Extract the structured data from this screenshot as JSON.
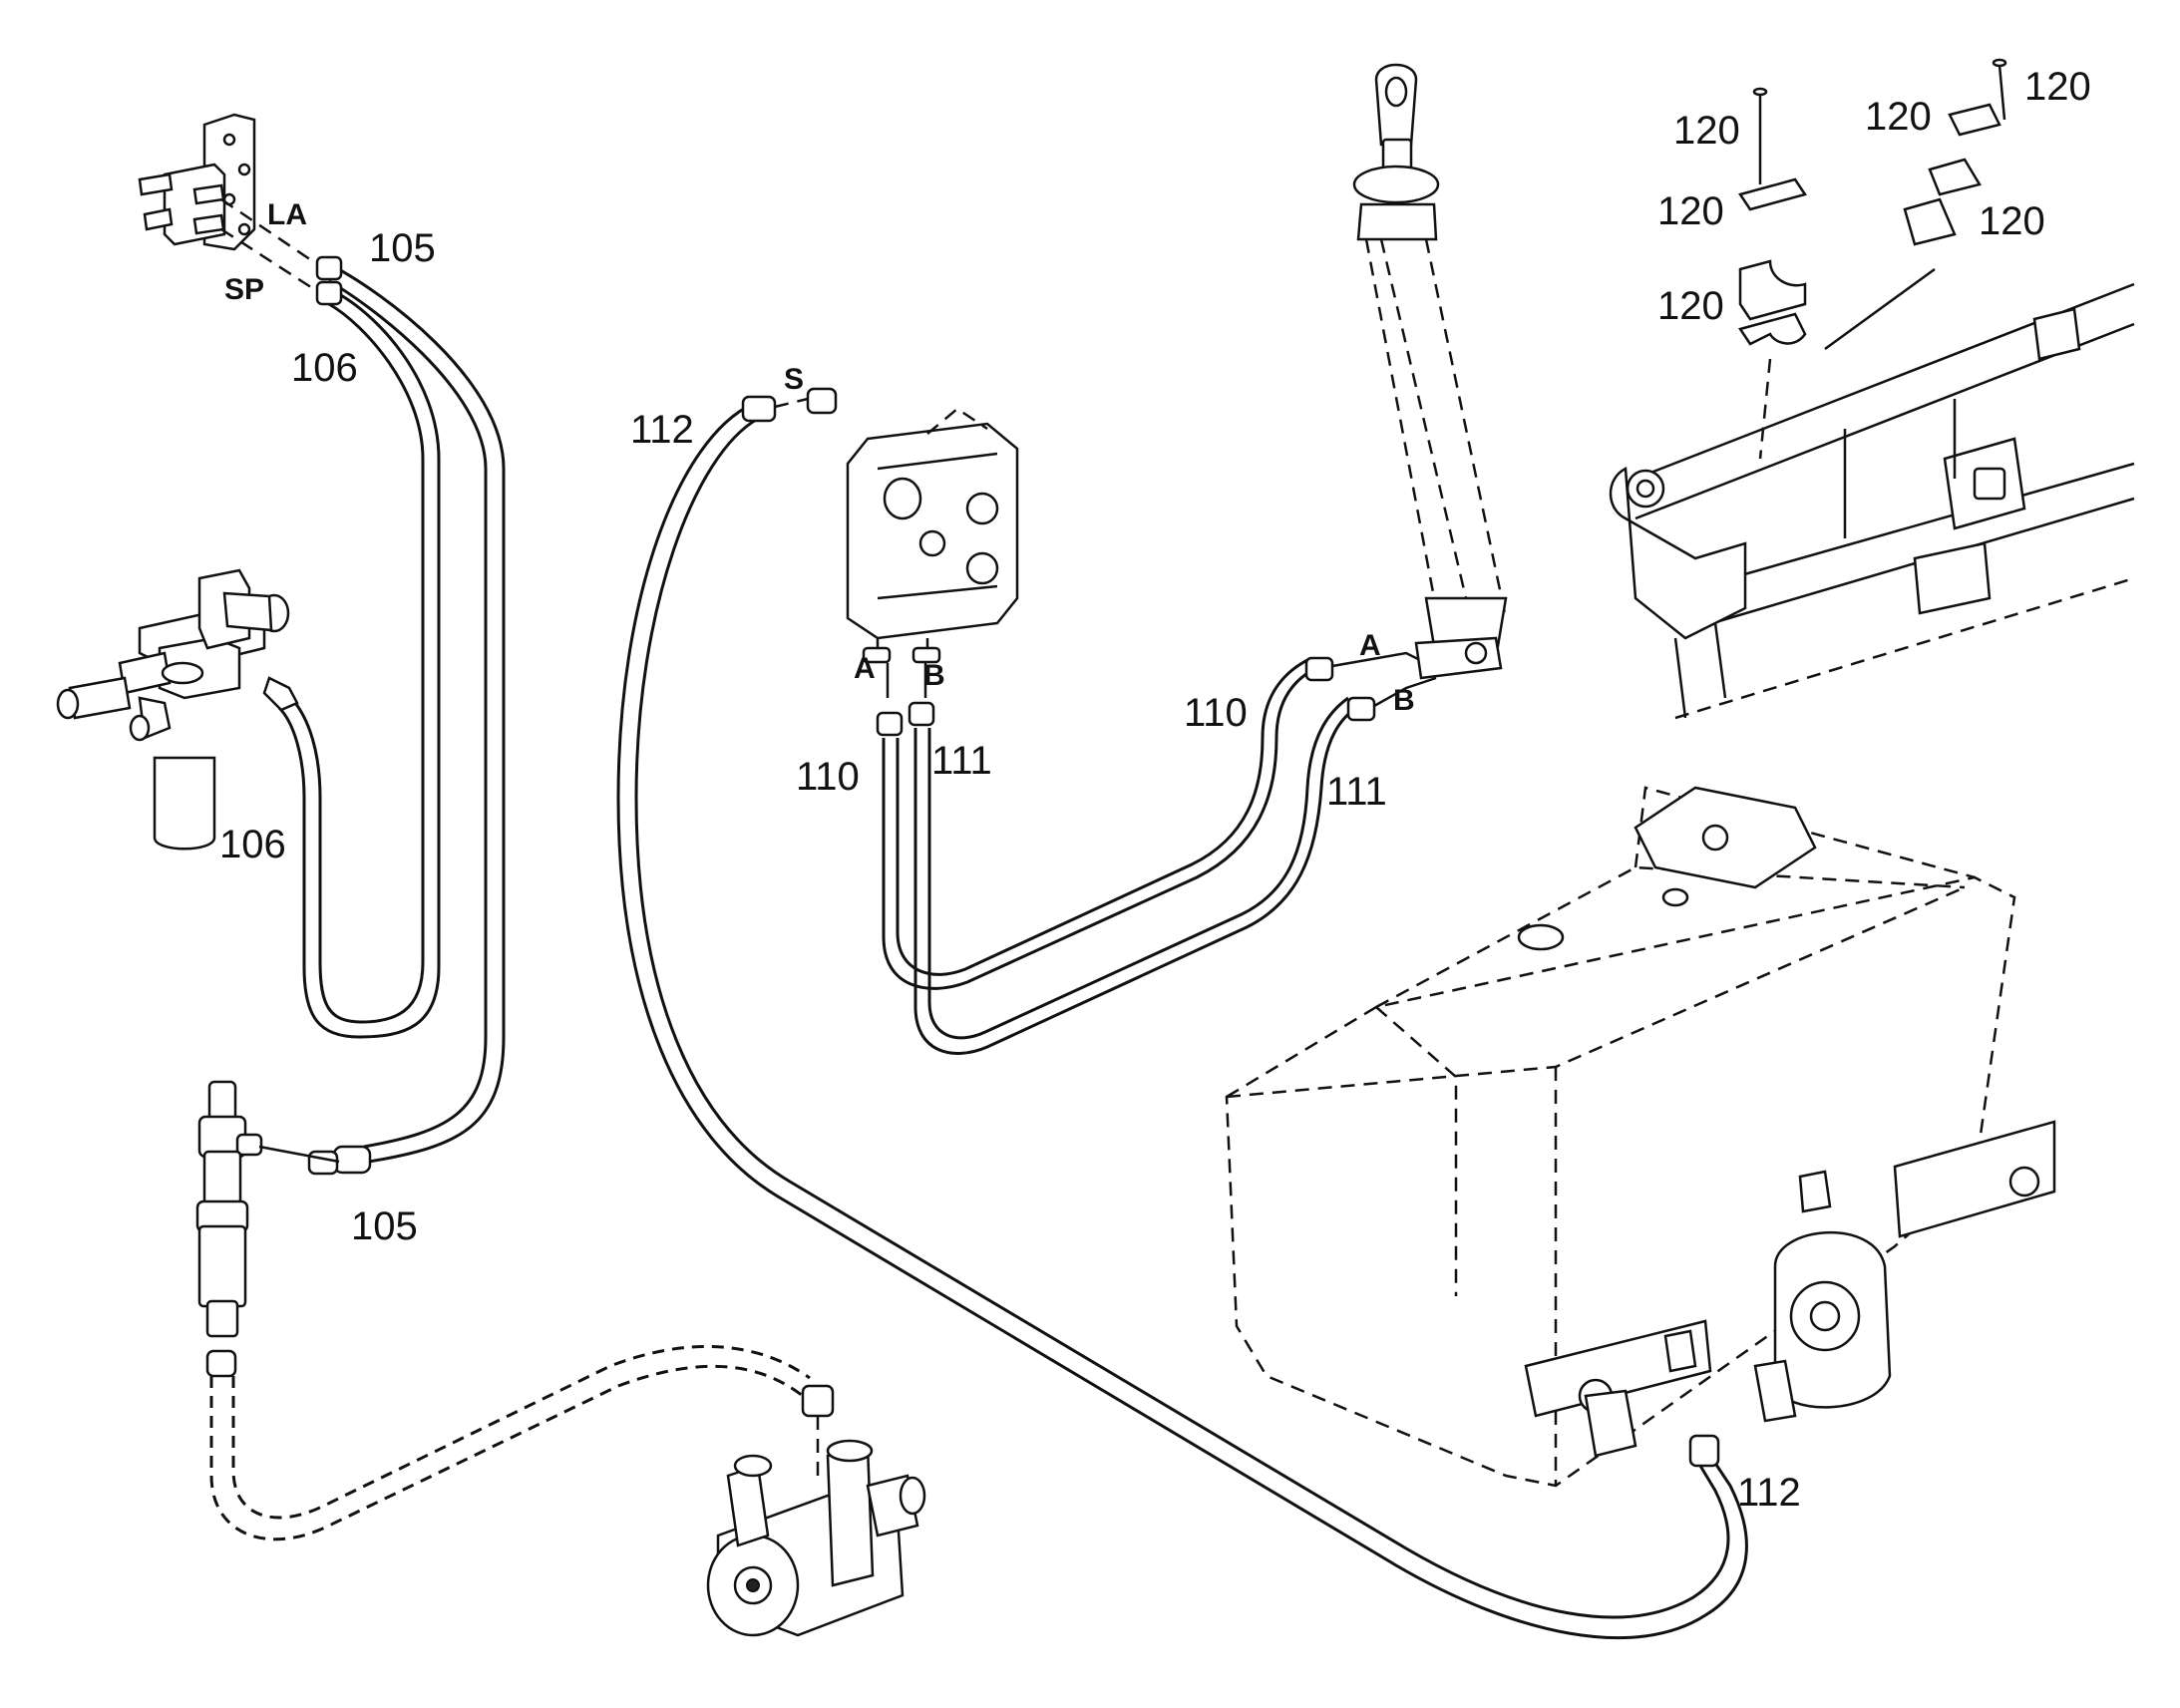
{
  "callouts": {
    "n105_top": "105",
    "n106_top": "106",
    "n106_left": "106",
    "n105_bottom": "105",
    "n112_top": "112",
    "n110_mid": "110",
    "n111_mid": "111",
    "n110_right": "110",
    "n111_right": "111",
    "n112_bottom": "112",
    "n120_a": "120",
    "n120_b": "120",
    "n120_c": "120",
    "n120_d": "120",
    "n120_e": "120",
    "n120_f": "120"
  },
  "ports": {
    "la": "LA",
    "sp": "SP",
    "s": "S",
    "a_valve": "A",
    "b_valve": "B",
    "a_cyl": "A",
    "b_cyl": "B"
  }
}
